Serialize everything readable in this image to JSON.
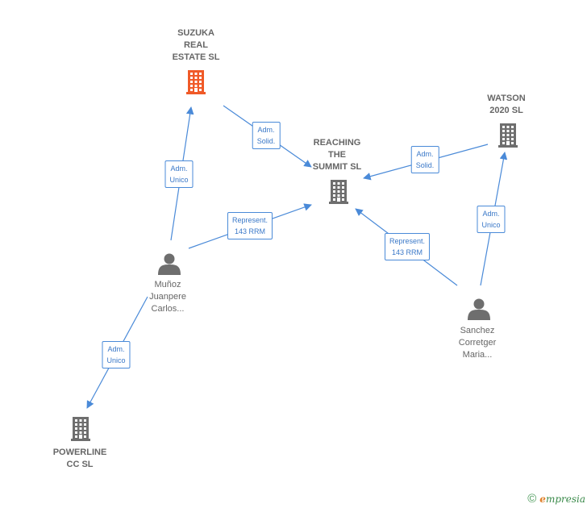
{
  "nodes": [
    {
      "id": "suzuka",
      "kind": "company",
      "highlight": true,
      "lines": [
        "SUZUKA",
        "REAL",
        "ESTATE  SL"
      ]
    },
    {
      "id": "reaching",
      "kind": "company",
      "highlight": false,
      "lines": [
        "REACHING",
        "THE",
        "SUMMIT  SL"
      ]
    },
    {
      "id": "watson",
      "kind": "company",
      "highlight": false,
      "lines": [
        "WATSON",
        "2020  SL"
      ]
    },
    {
      "id": "powerline",
      "kind": "company",
      "highlight": false,
      "lines": [
        "POWERLINE",
        "CC  SL"
      ]
    },
    {
      "id": "munoz",
      "kind": "person",
      "lines": [
        "Muñoz",
        "Juanpere",
        "Carlos..."
      ]
    },
    {
      "id": "sanchez",
      "kind": "person",
      "lines": [
        "Sanchez",
        "Corretger",
        "Maria..."
      ]
    }
  ],
  "edges": [
    {
      "id": "suzuka-reaching",
      "lines": [
        "Adm.",
        "Solid."
      ]
    },
    {
      "id": "watson-reaching",
      "lines": [
        "Adm.",
        "Solid."
      ]
    },
    {
      "id": "munoz-suzuka",
      "lines": [
        "Adm.",
        "Unico"
      ]
    },
    {
      "id": "munoz-reaching",
      "lines": [
        "Represent.",
        "143 RRM"
      ]
    },
    {
      "id": "sanchez-reaching",
      "lines": [
        "Represent.",
        "143 RRM"
      ]
    },
    {
      "id": "sanchez-watson",
      "lines": [
        "Adm.",
        "Unico"
      ]
    },
    {
      "id": "munoz-powerline",
      "lines": [
        "Adm.",
        "Unico"
      ]
    }
  ],
  "colors": {
    "company_icon": "#6e6e6e",
    "company_icon_highlight": "#f05a28",
    "person_icon": "#6e6e6e",
    "edge": "#4a8ad8"
  },
  "footer": {
    "copyright_symbol": "©",
    "brand_initial": "e",
    "brand_rest": "mpresia"
  }
}
